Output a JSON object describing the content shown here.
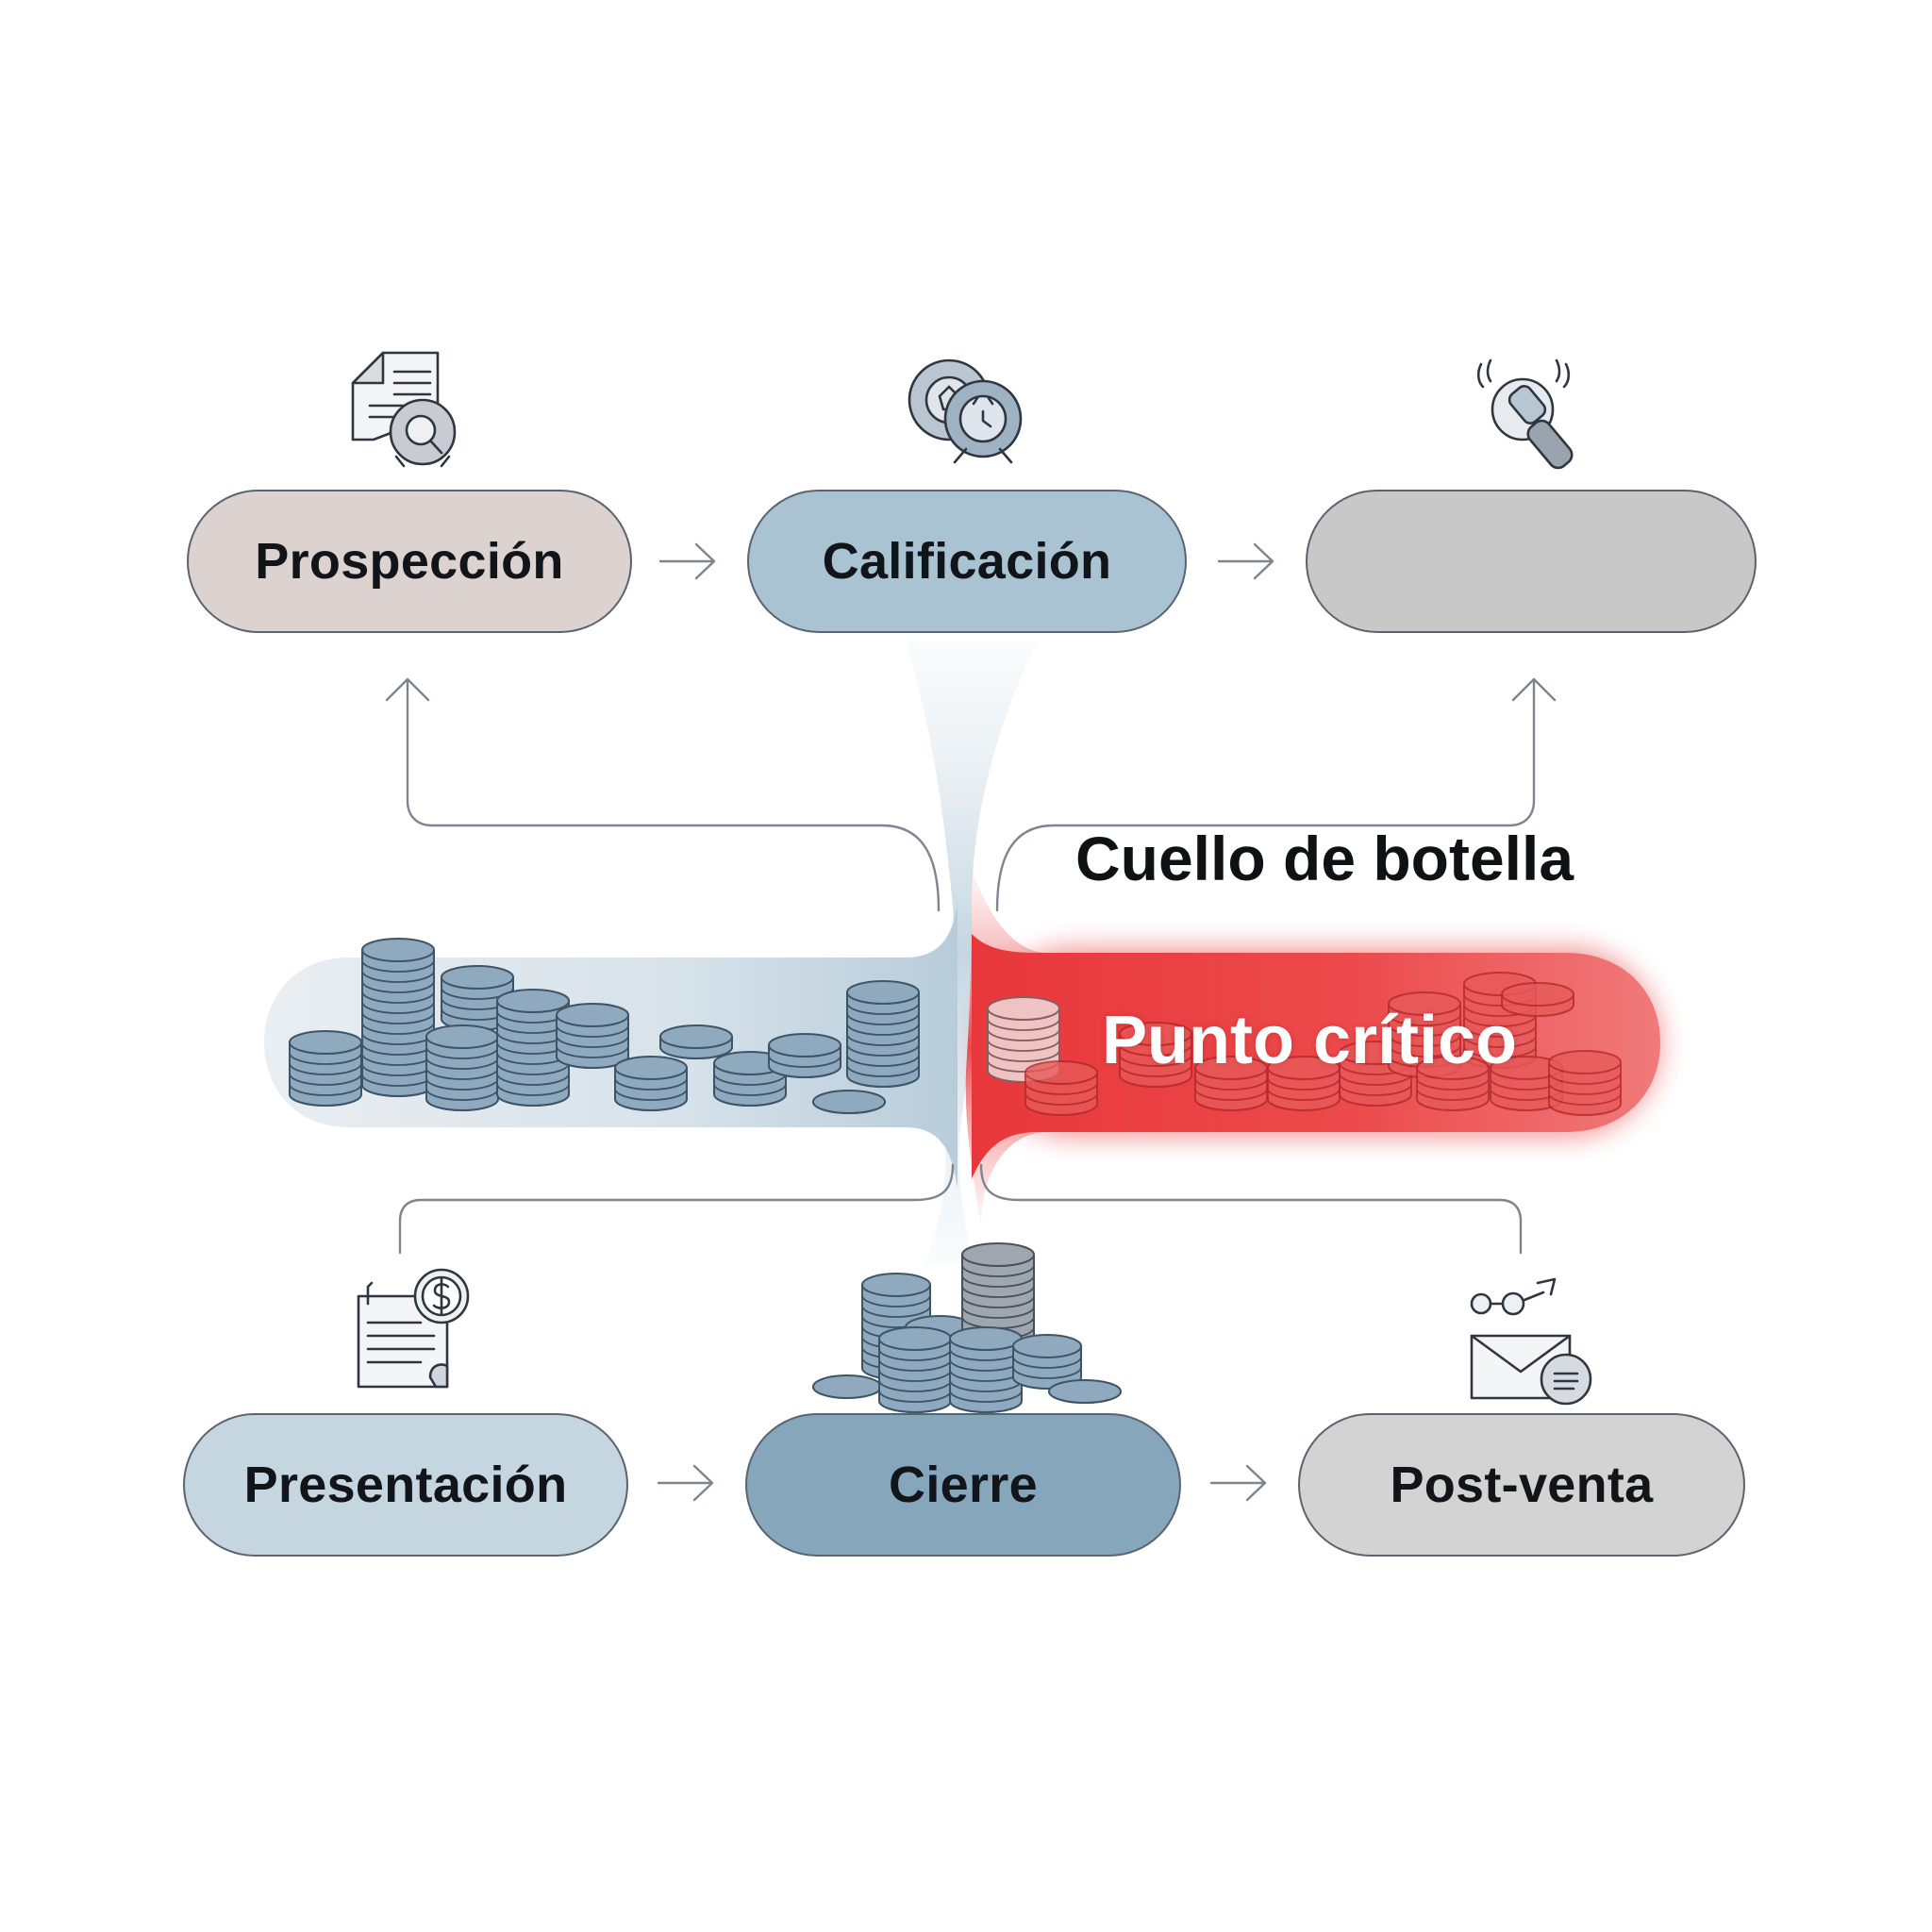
{
  "colors": {
    "prospeccion_fill": "#dcd2cf",
    "calificacion_fill": "#a9c3d2",
    "step3_fill": "#c8c8c8",
    "presentacion_fill": "#c6d6e0",
    "cierre_fill": "#86a6bc",
    "postventa_fill": "#d3d3d3",
    "coin_blue": "#8fa9bf",
    "coin_red": "#e85a5a",
    "critical_red": "#e8373a",
    "line_gray": "#7c8590"
  },
  "stages": {
    "prospeccion": {
      "label": "Prospección",
      "icon": "document-search-icon"
    },
    "calificacion": {
      "label": "Calificación",
      "icon": "qualification-badges-icon"
    },
    "step3": {
      "label": "",
      "icon": "growth-chart-icon",
      "top_icon": "flashlight-icon"
    },
    "presentacion": {
      "label": "Presentación",
      "icon": "invoice-dollar-icon"
    },
    "cierre": {
      "label": "Cierre",
      "icon": "coin-stack-icon"
    },
    "postventa": {
      "label": "Post-venta",
      "icon": "email-share-icon"
    }
  },
  "bottleneck": {
    "title": "Cuello de botella",
    "critical_label": "Punto crítico"
  }
}
